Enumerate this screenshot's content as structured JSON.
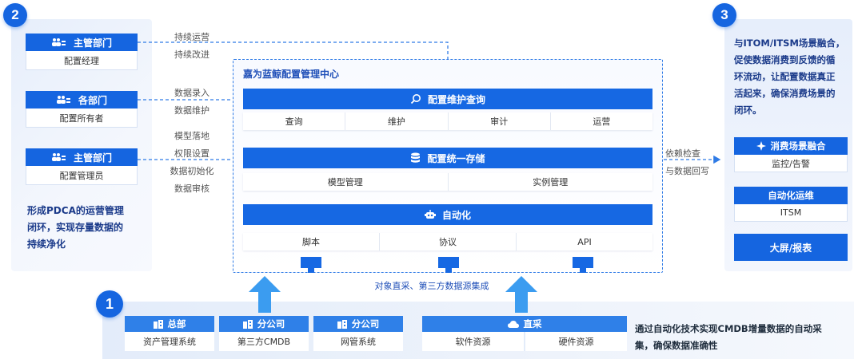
{
  "numbers": {
    "n1": "1",
    "n2": "2",
    "n3": "3"
  },
  "left": {
    "roles": [
      {
        "head": "主管部门",
        "body": "配置经理"
      },
      {
        "head": "各部门",
        "body": "配置所有者"
      },
      {
        "head": "主管部门",
        "body": "配置管理员"
      }
    ],
    "note": [
      "形成PDCA的运营管理",
      "闭环，实现存量数据的",
      "持续净化"
    ]
  },
  "flows": {
    "f1": [
      "持续运营",
      "持续改进"
    ],
    "f2": [
      "数据录入",
      "数据维护"
    ],
    "f3": [
      "模型落地",
      "权限设置",
      "数据初始化",
      "数据审核"
    ]
  },
  "center": {
    "title": "嘉为蓝鲸配置管理中心",
    "query": {
      "label": "配置维护查询",
      "cells": [
        "查询",
        "维护",
        "审计",
        "运营"
      ]
    },
    "storage": {
      "label": "配置统一存储",
      "cells": [
        "模型管理",
        "实例管理"
      ]
    },
    "auto": {
      "label": "自动化",
      "cells": [
        "脚本",
        "协议",
        "API"
      ]
    }
  },
  "collect_label": "对象直采、第三方数据源集成",
  "dependency": [
    "依赖检查",
    "与数据回写"
  ],
  "right": {
    "text": [
      "与ITOM/ITSM场景融合，",
      "促使数据消费到反馈的循",
      "环流动，让配置数据真正",
      "活起来，确保消费场景的",
      "闭环。"
    ],
    "consume": {
      "head": "消费场景融合",
      "body": "监控/告警"
    },
    "automation": {
      "head": "自动化运维",
      "body": "ITSM"
    },
    "screen": "大屏/报表"
  },
  "sources": [
    {
      "head": "总部",
      "body": "资产管理系统"
    },
    {
      "head": "分公司",
      "body": "第三方CMDB"
    },
    {
      "head": "分公司",
      "body": "网管系统"
    }
  ],
  "direct": {
    "head": "直采",
    "cells": [
      "软件资源",
      "硬件资源"
    ]
  },
  "bottom_note": [
    "通过自动化技术实现CMDB增量数据的自动采",
    "集，确保数据准确性"
  ],
  "colors": {
    "primary": "#1565e0",
    "accent": "#2f80e8",
    "dashed": "#2f7be6",
    "note": "#1a3a8a"
  }
}
